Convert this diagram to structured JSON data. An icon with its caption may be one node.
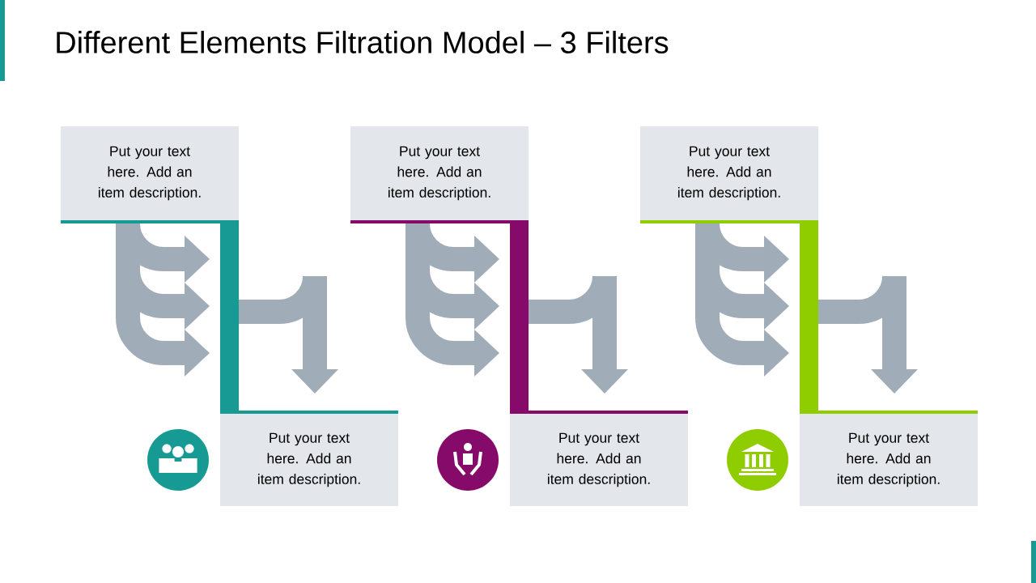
{
  "diagram": {
    "title": "Different Elements Filtration Model – 3 Filters",
    "nodes": [
      {
        "text": [
          "Put your text here. Add an item description."
        ]
      },
      {
        "text": [
          "Put your text here. Add an item description."
        ]
      },
      {
        "text": [
          "Put your text here. Add an item description."
        ]
      },
      {
        "text": [
          "Put your text here. Add an item description."
        ]
      },
      {
        "text": [
          "Put your text here. Add an item description."
        ]
      },
      {
        "text": [
          "Put your text here. Add an item description."
        ]
      }
    ]
  }
}
